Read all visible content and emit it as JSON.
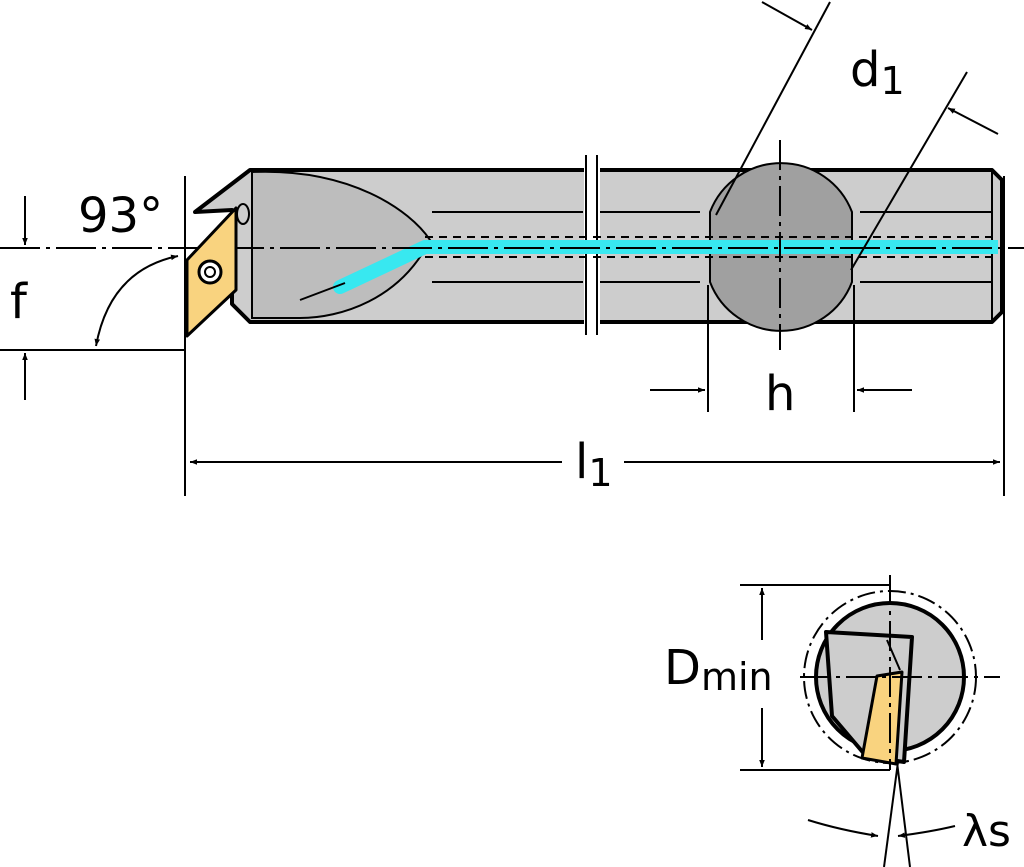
{
  "labels": {
    "angle": "93°",
    "f": "f",
    "d1_main": "d",
    "d1_sub": "1",
    "h": "h",
    "l1_main": "l",
    "l1_sub": "1",
    "dmin_main": "D",
    "dmin_sub": "min",
    "lambda_s": "λs"
  },
  "colors": {
    "body": "#cdcdcd",
    "shank_section": "#a0a0a0",
    "coolant": "#38e8f0",
    "insert": "#f9d37f",
    "outline": "#000000"
  }
}
